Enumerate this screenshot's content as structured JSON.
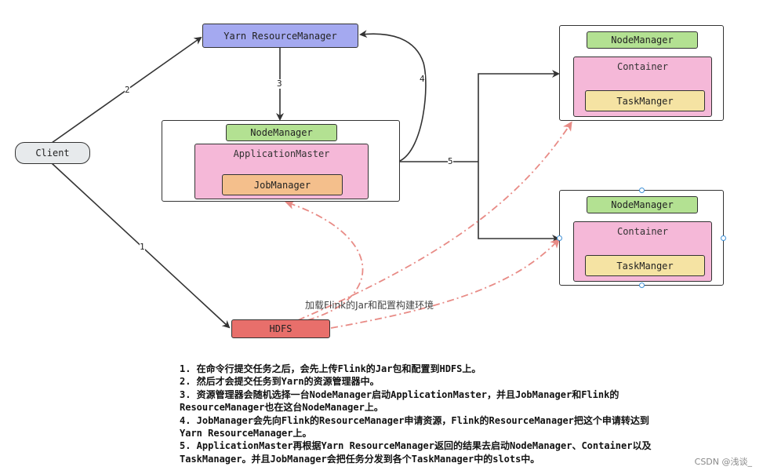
{
  "nodes": {
    "client": "Client",
    "yarn_rm": "Yarn ResourceManager",
    "hdfs": "HDFS",
    "center": {
      "node_manager": "NodeManager",
      "application_master": "ApplicationMaster",
      "job_manager": "JobManager"
    },
    "worker_top": {
      "node_manager": "NodeManager",
      "container": "Container",
      "task_manager": "TaskManger"
    },
    "worker_bottom": {
      "node_manager": "NodeManager",
      "container": "Container",
      "task_manager": "TaskManger"
    }
  },
  "edges": {
    "e1": "1",
    "e2": "2",
    "e3": "3",
    "e4": "4",
    "e5": "5"
  },
  "annotation": "加载Flink的Jar和配置构建环境",
  "steps": [
    "1. 在命令行提交任务之后，会先上传Flink的Jar包和配置到HDFS上。",
    "2. 然后才会提交任务到Yarn的资源管理器中。",
    "3. 资源管理器会随机选择一台NodeManager启动ApplicationMaster，并且JobManager和Flink的",
    "ResourceManager也在这台NodeManager上。",
    "4. JobManager会先向Flink的ResourceManager申请资源，Flink的ResourceManager把这个申请转达到",
    "Yarn ResourceManager上。",
    "5. ApplicationMaster再根据Yarn ResourceManager返回的结果去启动NodeManager、Container以及",
    "TaskManager。并且JobManager会把任务分发到各个TaskManager中的slots中。"
  ],
  "watermark": "CSDN @浅谈_",
  "colors": {
    "yarn": "#a4a9f0",
    "client": "#e7eaec",
    "hdfs": "#e86f6b",
    "node_manager": "#b3e192",
    "container": "#f5b8d8",
    "job_manager": "#f4bf8c",
    "task_manager": "#f5e3a3",
    "dashed_arrow": "#e88b86"
  }
}
